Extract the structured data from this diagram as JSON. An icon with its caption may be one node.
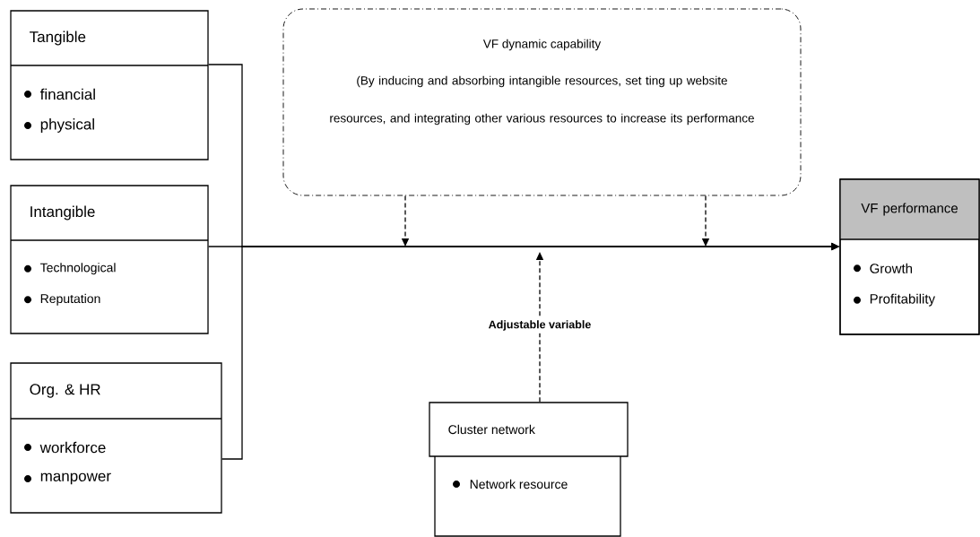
{
  "diagram": {
    "nodes": [
      {
        "text": [
          "Tangible",
          "financial",
          "physical"
        ]
      },
      {
        "text": [
          "Intangible",
          "Technological",
          "Reputation"
        ]
      },
      {
        "text": [
          "Org. & HR",
          "workforce",
          "manpower"
        ]
      },
      {
        "text": [
          "VF dynamic capability",
          "(By inducing and absorbing intangible resources, set ting up website resources, and integrating other various resources to increase its performance"
        ]
      },
      {
        "text": [
          "VF performance",
          "Growth",
          "Profitability"
        ]
      },
      {
        "text": [
          "Cluster network",
          "Network resource"
        ]
      }
    ],
    "edges": [
      {
        "from": 0,
        "to": 4,
        "arrow": "to"
      },
      {
        "from": 1,
        "to": 4,
        "arrow": "to"
      },
      {
        "from": 2,
        "to": 4,
        "arrow": "to"
      },
      {
        "from": 3,
        "to": null,
        "arrow": "to",
        "style": "dashed"
      },
      {
        "from": 3,
        "to": null,
        "arrow": "to",
        "style": "dashed"
      },
      {
        "from": 5,
        "to": null,
        "arrow": "to",
        "style": "dashed",
        "label": "Adjustable variable"
      }
    ]
  }
}
